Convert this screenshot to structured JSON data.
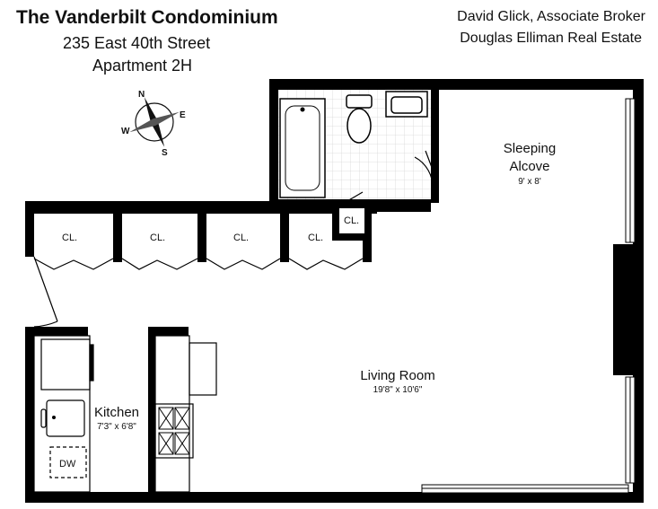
{
  "header": {
    "title": "The Vanderbilt Condominium",
    "address": "235 East 40th Street",
    "apartment": "Apartment 2H",
    "broker": "David Glick, Associate Broker",
    "firm": "Douglas Elliman Real Estate"
  },
  "compass": {
    "n": "N",
    "e": "E",
    "s": "S",
    "w": "W"
  },
  "rooms": {
    "sleeping": {
      "name_line1": "Sleeping",
      "name_line2": "Alcove",
      "dims": "9' x 8'"
    },
    "living": {
      "name": "Living Room",
      "dims": "19'8\" x 10'6\""
    },
    "kitchen": {
      "name": "Kitchen",
      "dims": "7'3\" x 6'8\""
    }
  },
  "closets": {
    "cl1": "CL.",
    "cl2": "CL.",
    "cl3": "CL.",
    "cl4": "CL.",
    "cl_small": "CL."
  },
  "appliances": {
    "dishwasher": "DW"
  },
  "colors": {
    "wall": "#000000",
    "tile": "#d8d8d8"
  }
}
